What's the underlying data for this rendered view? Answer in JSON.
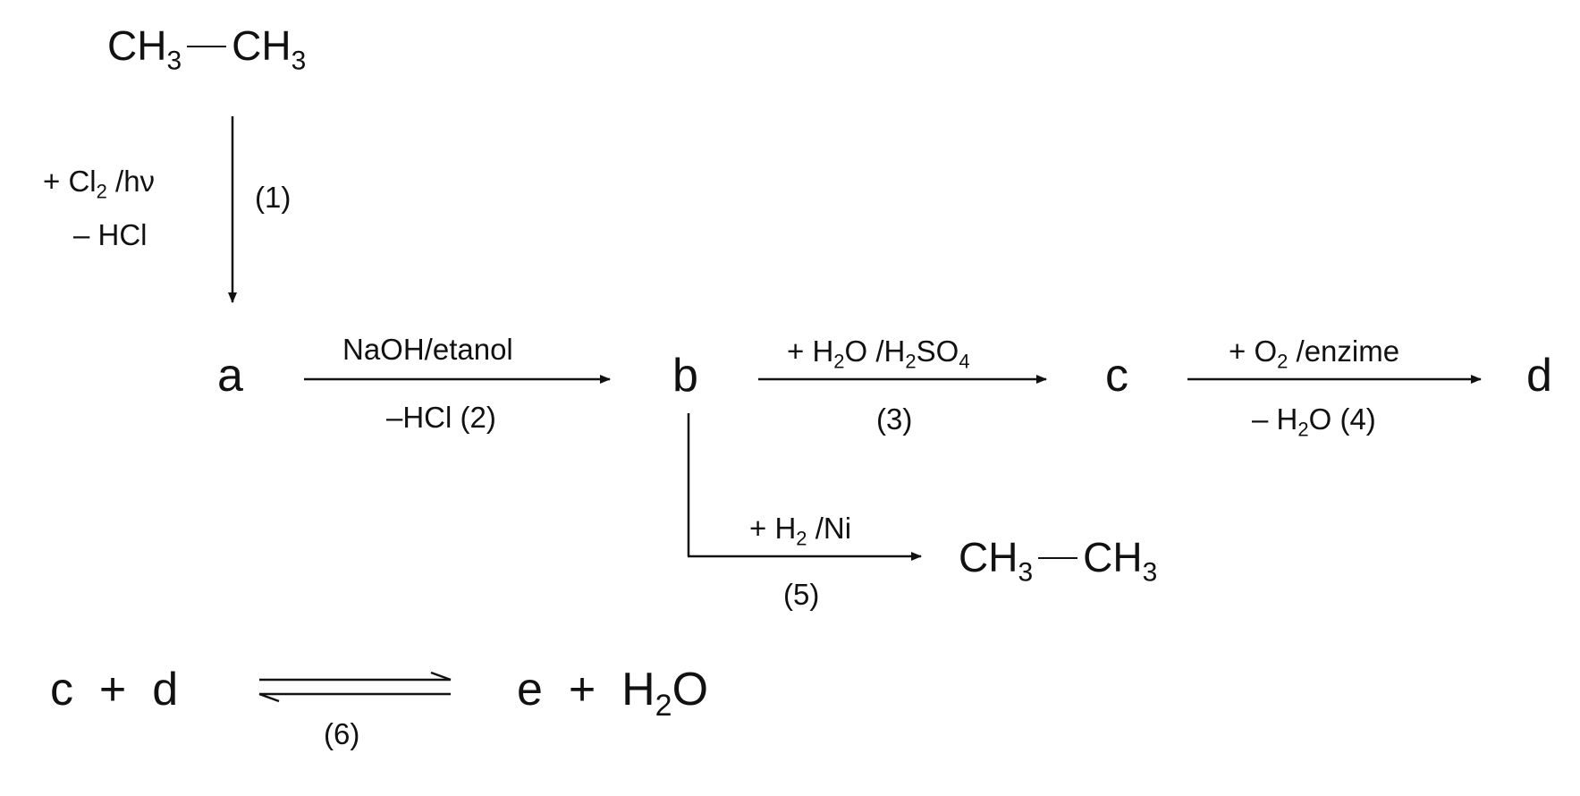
{
  "title_molecule": {
    "left": "CH",
    "left_sub": "3",
    "right": "CH",
    "right_sub": "3"
  },
  "step1": {
    "reagent_pre": "+ Cl",
    "reagent_sub": "2",
    "reagent_post": " /hν",
    "byproduct": "– HCl",
    "number": "(1)"
  },
  "compounds": {
    "a": "a",
    "b": "b",
    "c": "c",
    "d": "d",
    "e": "e"
  },
  "step2": {
    "above": "NaOH/etanol",
    "below_text": "–HCl",
    "number": "(2)"
  },
  "step3": {
    "above_pre": "+ H",
    "above_sub1": "2",
    "above_mid": "O /H",
    "above_sub2": "2",
    "above_mid2": "SO",
    "above_sub3": "4",
    "number": "(3)"
  },
  "step4": {
    "above_pre": "+ O",
    "above_sub": "2",
    "above_post": " /enzime",
    "below_pre": "– H",
    "below_sub": "2",
    "below_post": "O",
    "number": "(4)"
  },
  "step5": {
    "above_pre": "+ H",
    "above_sub": "2",
    "above_post": " /Ni",
    "number": "(5)",
    "product": {
      "left": "CH",
      "left_sub": "3",
      "right": "CH",
      "right_sub": "3"
    }
  },
  "step6": {
    "plus": "+",
    "water_pre": "H",
    "water_sub": "2",
    "water_post": "O",
    "number": "(6)"
  }
}
